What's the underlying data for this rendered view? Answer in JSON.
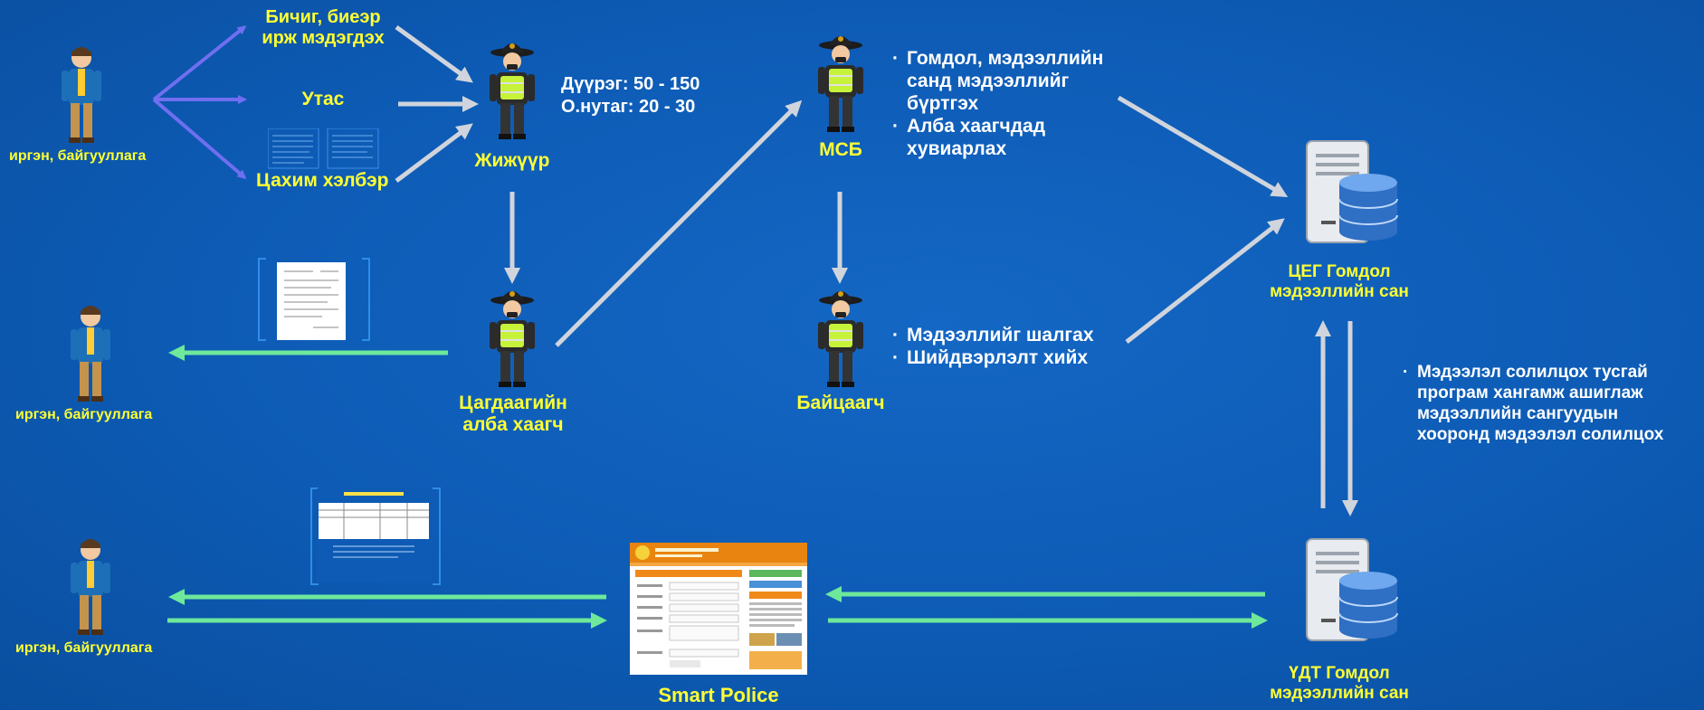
{
  "citizens": [
    {
      "label": "иргэн, байгууллага"
    },
    {
      "label": "иргэн, байгууллага"
    },
    {
      "label": "иргэн, байгууллага"
    }
  ],
  "channels": {
    "written": "Бичиг, биеэр\nирж мэдэгдэх",
    "phone": "Утас",
    "electronic": "Цахим хэлбэр"
  },
  "dispatcher": {
    "label": "Жижүүр"
  },
  "timing": {
    "district": "Дүүрэг:  50 - 150",
    "countryside": "О.нутаг: 20 - 30"
  },
  "officer": {
    "label": "Цагдаагийн\nалба хаагч"
  },
  "msb": {
    "label": "МСБ",
    "tasks": [
      "Гомдол, мэдээллийн",
      "санд мэдээллийг",
      "бүртгэх",
      "Алба хаагчдад",
      "хувиарлах"
    ]
  },
  "investigator": {
    "label": "Байцаагч",
    "tasks": [
      "Мэдээллийг шалгах",
      "Шийдвэрлэлт хийх"
    ]
  },
  "ceg_db": {
    "label": "ЦЕГ Гомдол\nмэдээллийн сан"
  },
  "exchange": {
    "text": [
      "Мэдээлэл солилцох тусгай",
      "програм хангамж ашиглаж",
      "мэдээллийн сангуудын",
      "хооронд мэдээлэл солилцох"
    ]
  },
  "udt_db": {
    "label": "ҮДТ Гомдол\nмэдээллийн сан"
  },
  "smart_police": {
    "label": "Smart Police"
  },
  "colors": {
    "background": "#0d5bb5",
    "yellow_label": "#ffff33",
    "purple_arrow": "#6f6ff0",
    "grey_arrow": "#d0d4dc",
    "green_arrow": "#6ee89a"
  },
  "icons": {
    "citizen": "person-icon",
    "police": "police-officer-icon",
    "database": "database-server-icon"
  }
}
